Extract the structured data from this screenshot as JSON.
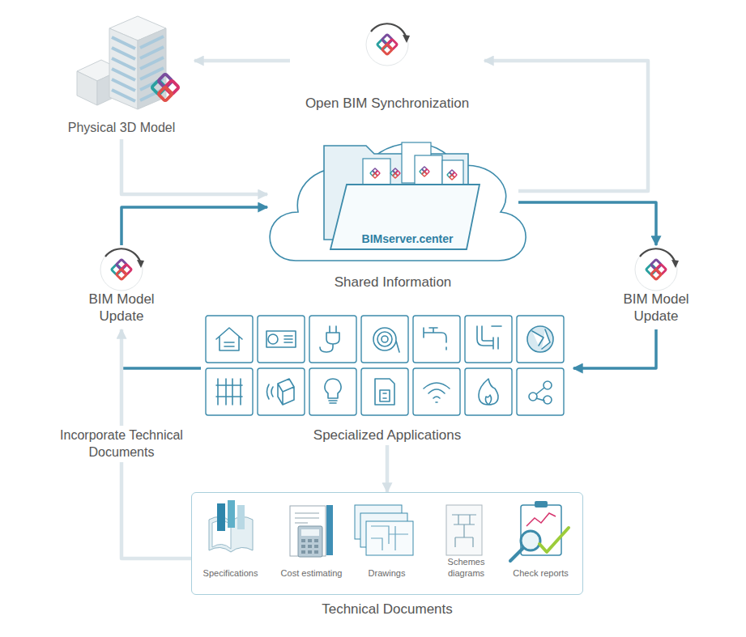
{
  "diagram": {
    "nodes": [
      {
        "text": [
          "Physical 3D Model"
        ]
      },
      {
        "text": [
          "Open BIM Synchronization"
        ]
      },
      {
        "text": [
          "BIMserver.center",
          "Shared Information"
        ]
      },
      {
        "text": [
          "BIM Model Update"
        ]
      },
      {
        "text": [
          "BIM Model Update"
        ]
      },
      {
        "text": [
          "Specialized Applications"
        ]
      },
      {
        "text": [
          "Technical Documents"
        ]
      },
      {
        "text": [
          "Specifications"
        ],
        "in": 6
      },
      {
        "text": [
          "Cost estimating"
        ],
        "in": 6
      },
      {
        "text": [
          "Drawings"
        ],
        "in": 6
      },
      {
        "text": [
          "Schemes diagrams"
        ],
        "in": 6
      },
      {
        "text": [
          "Check reports"
        ],
        "in": 6
      }
    ],
    "edges": [
      {
        "from": 0,
        "to": 2,
        "arrow": "to"
      },
      {
        "from": 2,
        "to": 1,
        "arrow": "to"
      },
      {
        "from": 1,
        "to": 0,
        "arrow": "to"
      },
      {
        "from": 2,
        "to": 4,
        "arrow": "to"
      },
      {
        "from": 4,
        "to": 5,
        "arrow": "to"
      },
      {
        "from": 5,
        "to": 3,
        "arrow": "none"
      },
      {
        "from": 3,
        "to": 2,
        "arrow": "to"
      },
      {
        "from": 5,
        "to": 6,
        "arrow": "to"
      },
      {
        "from": 6,
        "to": 3,
        "arrow": "to",
        "label": "Incorporate Technical Documents"
      }
    ]
  }
}
